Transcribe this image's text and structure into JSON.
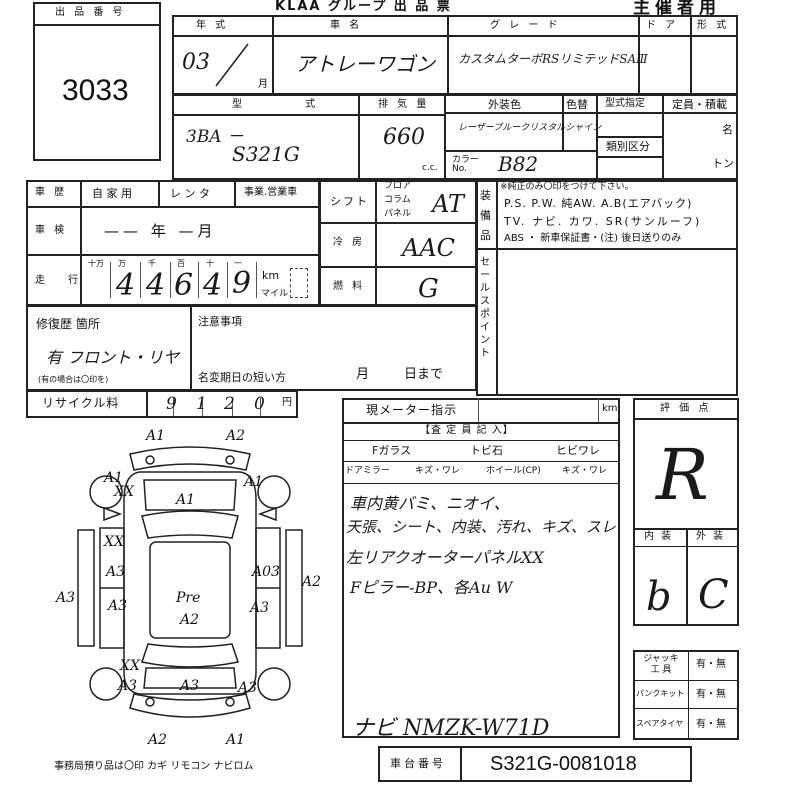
{
  "header": {
    "org": "KLAA グループ 出 品 票",
    "sponsor": "主催者用"
  },
  "lot": {
    "label": "出 品 番 号",
    "number": "3033"
  },
  "top_headers": {
    "year": "年 式",
    "car_name": "車 名",
    "grade": "グ レ ー ド",
    "door": "ド ア",
    "model_form": "形 式"
  },
  "year": {
    "value": "03",
    "unit": "月"
  },
  "car_name": "アトレーワゴン",
  "grade": "カスタムターボRSリミテッドSAⅢ",
  "model": {
    "label": "型 式",
    "prefix": "3BA －",
    "code": "S321G"
  },
  "displacement": {
    "label": "排 気 量",
    "value": "660",
    "unit": "c.c."
  },
  "exterior": {
    "label": "外装色",
    "color_name": "レーザーブルークリスタルシャイン",
    "color_label": "カラー No.",
    "color_no": "B82"
  },
  "interior_label": "色替",
  "designation": {
    "label": "型式指定",
    "class_label": "類別区分"
  },
  "capacity": {
    "label": "定員・積載",
    "unit1": "名",
    "unit2": "トン"
  },
  "history": {
    "label": "車 歴",
    "options": [
      "自 家 用",
      "レ ン タ",
      "事業.営業車"
    ]
  },
  "inspection": {
    "label": "車 検",
    "value": "—— 年 —月"
  },
  "mileage": {
    "label": "走 行",
    "digit_labels": [
      "十万",
      "万",
      "千",
      "百",
      "十",
      "一"
    ],
    "digits": [
      "",
      "4",
      "4",
      "6",
      "4",
      "9"
    ],
    "unit_km": "km",
    "unit_mile": "マイル"
  },
  "shift": {
    "label": "シフト",
    "options": [
      "フロア",
      "コラム",
      "パネル"
    ],
    "value": "AT"
  },
  "ac": {
    "label": "冷 房",
    "value": "AAC"
  },
  "fuel": {
    "label": "燃 料",
    "value": "G"
  },
  "equipment": {
    "label": "装備品",
    "note": "※純正のみ〇印をつけて下さい。",
    "row1": "P.S. P.W. 純AW. A.B(エアバック)",
    "row2": "TV. ナビ. カワ. SR(サンルーフ)",
    "row3": "ABS ・ 新車保証書・(注) 後日送りのみ"
  },
  "sales_point_label": "セールスポイント",
  "repair": {
    "label": "修復歴 箇所",
    "value": "有 フロント・リヤ",
    "note": "(有の場合は〇印を)"
  },
  "notes": {
    "label": "注意事項",
    "expiry_label": "名変期日の短い方",
    "month": "月",
    "day": "日まで"
  },
  "recycle": {
    "label": "リサイクル料",
    "digits": [
      "9",
      "1",
      "2",
      "0"
    ],
    "unit": "円"
  },
  "meter": {
    "label": "現メーター指示",
    "unit": "km"
  },
  "inspector": {
    "header": "【査 定 員 記 入】",
    "row1": [
      "Fガラス",
      "トビ石",
      "ヒビワレ"
    ],
    "row2": [
      "ドアミラー",
      "キズ・ワレ",
      "ホイール(CP)",
      "キズ・ワレ"
    ]
  },
  "comments": [
    "車内黄バミ、ニオイ、",
    "天張、シート、内装、汚れ、キズ、スレ",
    "左リアクオーターパネルXX",
    "Fピラー-BP、各Au W"
  ],
  "navi": "ナビ NMZK-W71D",
  "evaluation": {
    "label": "評 価 点",
    "score": "R",
    "interior_label": "内 装",
    "interior": "b",
    "exterior_label": "外 装",
    "exterior": "C"
  },
  "tools": [
    {
      "label": "ジャッキ 工 具",
      "value": "有・無"
    },
    {
      "label": "パンクキット",
      "value": "有・無"
    },
    {
      "label": "スペアタイヤ",
      "value": "有・無"
    }
  ],
  "chassis": {
    "label": "車台番号",
    "value": "S321G-0081018"
  },
  "office_items": "事務局預り品は〇印 カギ リモコン ナビロム",
  "diagram_marks": [
    "A1",
    "A2",
    "A1",
    "XX",
    "A1",
    "A1",
    "XX",
    "A3",
    "A3",
    "A3",
    "A03",
    "A2",
    "Pre",
    "A2",
    "A3",
    "XX",
    "A3",
    "A3",
    "A3",
    "A2",
    "A1"
  ]
}
